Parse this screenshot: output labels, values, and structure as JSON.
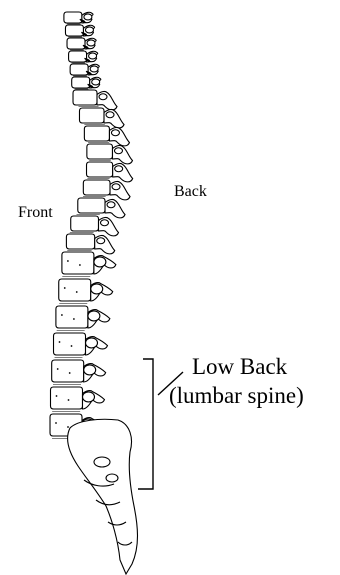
{
  "labels": {
    "back": "Back",
    "front": "Front",
    "low_back": "Low Back",
    "lumbar_spine": "(lumbar spine)"
  },
  "colors": {
    "line": "#000000",
    "fill": "#ffffff"
  }
}
